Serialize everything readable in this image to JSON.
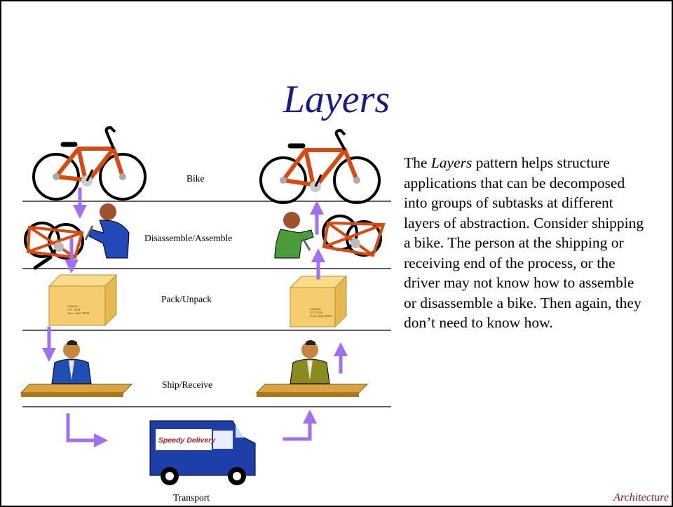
{
  "title": "Layers",
  "description": {
    "prefix": "The ",
    "emphasis": "Layers",
    "body": " pattern helps structure applications that can be decomposed into groups of subtasks at different layers of abstraction.  Consider shipping a bike.  The person at the shipping or receiving end of the process, or the driver may not know how to assemble or disassemble a bike.  Then again, they don’t need to know how."
  },
  "layers": [
    "Bike",
    "Disassemble/Assemble",
    "Pack/Unpack",
    "Ship/Receive",
    "Transport"
  ],
  "box_label": {
    "line1": "John Doe",
    "line2": "C/O 12344",
    "line3": "Town, State 98192"
  },
  "van_label": "Speedy Delivery",
  "footer": "Architecture",
  "colors": {
    "title": "#1a1a8c",
    "arrows": "#a070f0",
    "bike_frame": "#d94a10",
    "box": "#f5cd6e",
    "van": "#1e3fa8",
    "desk": "#c08a1e",
    "footer": "#8b1a1a"
  }
}
